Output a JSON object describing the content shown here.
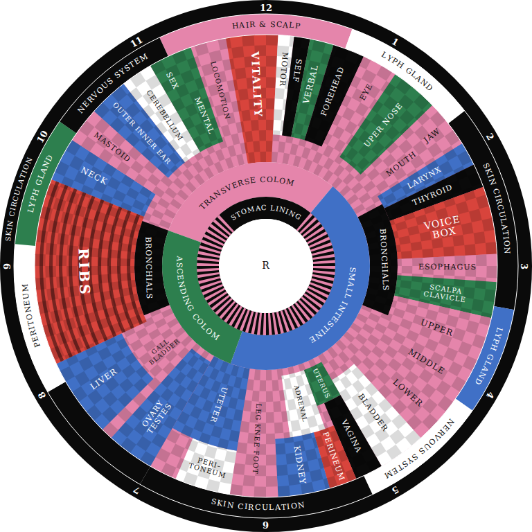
{
  "diagram": {
    "nodes": [
      {
        "text": [
          "HAIR & SCALP"
        ]
      },
      {
        "text": [
          "LYPH GLAND"
        ]
      },
      {
        "text": [
          "SKIN CIRCULATION"
        ]
      },
      {
        "text": [
          "LYPH GLAND"
        ]
      },
      {
        "text": [
          "NERVOUS SYSTEM"
        ]
      },
      {
        "text": [
          "SKIN CIRCULATION"
        ]
      },
      {
        "text": [
          "PERITONEUM"
        ]
      },
      {
        "text": [
          "LYPH GLAND"
        ]
      },
      {
        "text": [
          "NERVOUS SYSTEM"
        ]
      },
      {
        "text": [
          "SKIN CIRCULATION"
        ]
      },
      {
        "text": [
          "VITALITY"
        ]
      },
      {
        "text": [
          "MOTOR"
        ]
      },
      {
        "text": [
          "SELF"
        ]
      },
      {
        "text": [
          "VERBAL"
        ]
      },
      {
        "text": [
          "FOREHEAD"
        ]
      },
      {
        "text": [
          "EYE"
        ]
      },
      {
        "text": [
          "UPER NOSE"
        ]
      },
      {
        "text": [
          "JAW"
        ]
      },
      {
        "text": [
          "MOUTH"
        ]
      },
      {
        "text": [
          "LARYNX"
        ]
      },
      {
        "text": [
          "THYROID"
        ]
      },
      {
        "text": [
          "VOICE BOX"
        ]
      },
      {
        "text": [
          "BRONCHIALS"
        ]
      },
      {
        "text": [
          "ESOPHAGUS"
        ]
      },
      {
        "text": [
          "SCALPA CLAVICLE"
        ]
      },
      {
        "text": [
          "UPPER"
        ]
      },
      {
        "text": [
          "MIDDLE"
        ]
      },
      {
        "text": [
          "LOWER"
        ]
      },
      {
        "text": [
          "BLADDER"
        ]
      },
      {
        "text": [
          "UTERUS"
        ]
      },
      {
        "text": [
          "VAGINA"
        ]
      },
      {
        "text": [
          "PERINEUM"
        ]
      },
      {
        "text": [
          "ADRENAL"
        ]
      },
      {
        "text": [
          "KIDNEY"
        ]
      },
      {
        "text": [
          "LEG KNEE FOOT"
        ]
      },
      {
        "text": [
          "PERI– TONEUM"
        ]
      },
      {
        "text": [
          "UTETER"
        ]
      },
      {
        "text": [
          "OVARY TESTES"
        ]
      },
      {
        "text": [
          "GALL BLADDER"
        ]
      },
      {
        "text": [
          "LIVER"
        ]
      },
      {
        "text": [
          "RIBS"
        ]
      },
      {
        "text": [
          "BRONCHIALS"
        ]
      },
      {
        "text": [
          "NECK"
        ]
      },
      {
        "text": [
          "MASTOID"
        ]
      },
      {
        "text": [
          "OUTER INNER EAR"
        ]
      },
      {
        "text": [
          "CEREBELLUM"
        ]
      },
      {
        "text": [
          "SEX"
        ]
      },
      {
        "text": [
          "MENTAL"
        ]
      },
      {
        "text": [
          "LOCOMOTION"
        ]
      },
      {
        "text": [
          "TRANSVERSE COLOM"
        ]
      },
      {
        "text": [
          "SMALL INTESTINE"
        ]
      },
      {
        "text": [
          "ASCENDING COLOM"
        ]
      },
      {
        "text": [
          "STOMAC LINING"
        ]
      },
      {
        "text": [
          "R"
        ]
      }
    ],
    "labels": [
      "12",
      "1",
      "2",
      "3",
      "4",
      "5",
      "6",
      "7",
      "8",
      "9",
      "10",
      "11"
    ]
  }
}
